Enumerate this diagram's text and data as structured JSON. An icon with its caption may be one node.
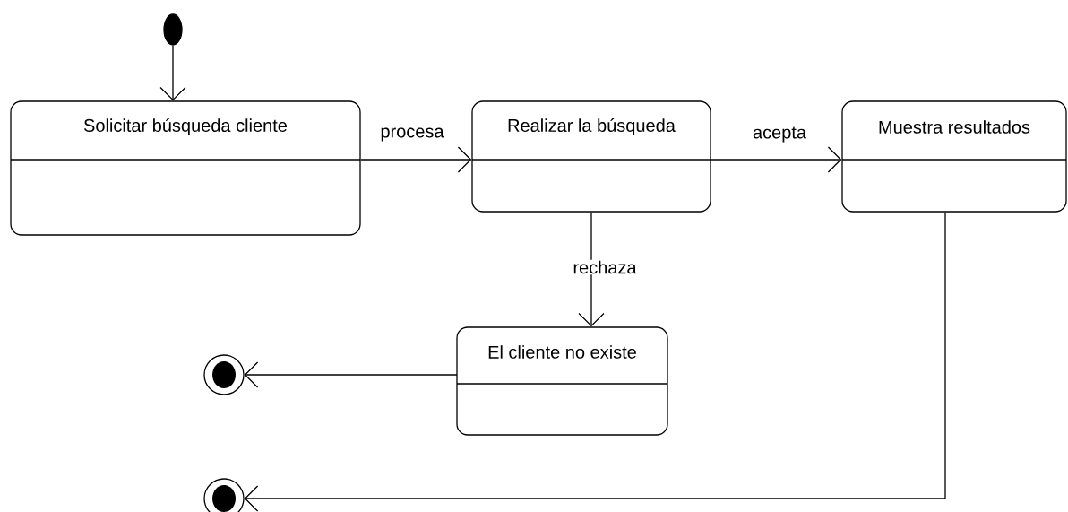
{
  "diagram": {
    "nodes": [
      {
        "text": [],
        "shape": "circle"
      },
      {
        "text": [
          "Solicitar búsqueda cliente"
        ]
      },
      {
        "text": [
          "Realizar la búsqueda"
        ]
      },
      {
        "text": [
          "Muestra resultados"
        ]
      },
      {
        "text": [
          "El cliente no existe"
        ]
      },
      {
        "text": [],
        "shape": "bullseye"
      },
      {
        "text": [],
        "shape": "bullseye"
      }
    ],
    "edges": [
      {
        "from": 0,
        "to": 1,
        "arrow": "to"
      },
      {
        "from": 1,
        "to": 2,
        "arrow": "to",
        "label": "procesa"
      },
      {
        "from": 2,
        "to": 3,
        "arrow": "to",
        "label": "acepta"
      },
      {
        "from": 2,
        "to": 4,
        "arrow": "to",
        "label": "rechaza"
      },
      {
        "from": 4,
        "to": 5,
        "arrow": "to"
      },
      {
        "from": 3,
        "to": 6,
        "arrow": "to"
      }
    ]
  }
}
